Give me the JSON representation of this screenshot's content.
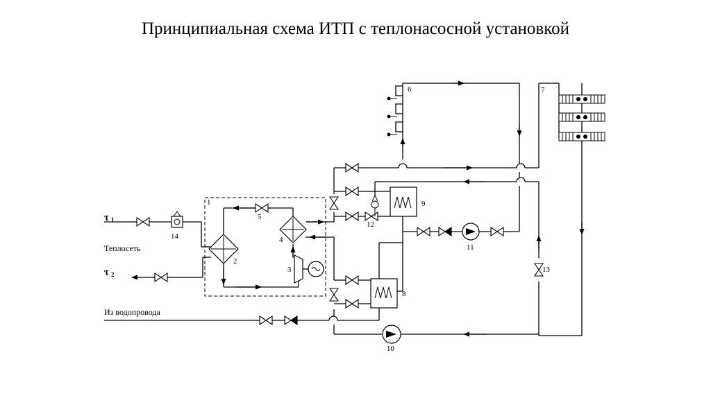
{
  "title": "Принципиальная схема ИТП с теплонасосной установкой",
  "labels": {
    "tau1": "τ",
    "tau1_sub": "1",
    "tau2": "τ",
    "tau2_sub": "2",
    "heat_network": "Теплосеть",
    "water_supply": "Из водопровода"
  },
  "element_numbers": {
    "n1": "1",
    "n2": "2",
    "n3": "3",
    "n4": "4",
    "n5": "5",
    "n6": "6",
    "n7": "7",
    "n8": "8",
    "n9": "9",
    "n10": "10",
    "n11": "11",
    "n12": "12",
    "n13": "13",
    "n14": "14"
  },
  "colors": {
    "line": "#000000",
    "background": "#ffffff"
  }
}
